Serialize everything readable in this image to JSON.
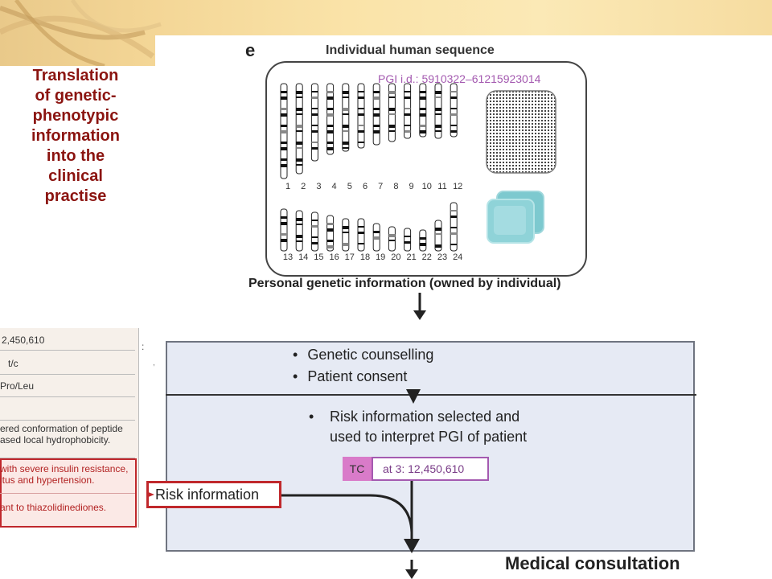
{
  "title": "Translation of genetic-phenotypic information into the clinical practise",
  "title_lines": [
    "Translation",
    "of genetic-",
    "phenotypic",
    "information",
    "into the",
    "clinical",
    "practise"
  ],
  "panel": {
    "letter": "e",
    "heading": "Individual human sequence",
    "pgi_label": "PGI i.d.:",
    "pgi_value": "5910322–61215923014",
    "caption": "Personal genetic information (owned by individual)",
    "chromosomes_top": [
      "1",
      "2",
      "3",
      "4",
      "5",
      "6",
      "7",
      "8",
      "9",
      "10",
      "11",
      "12"
    ],
    "chromosomes_bottom": [
      "13",
      "14",
      "15",
      "16",
      "17",
      "18",
      "19",
      "20",
      "21",
      "22",
      "23",
      "24"
    ]
  },
  "table": {
    "rows": [
      {
        "text": "2,450,610",
        "style": "normal"
      },
      {
        "text": "t/c",
        "style": "normal"
      },
      {
        "text": "Pro/Leu",
        "style": "normal"
      },
      {
        "text": "",
        "style": "normal"
      },
      {
        "text": "ered conformation of peptide\nased local hydrophobicity.",
        "style": "normal"
      },
      {
        "text": "with severe insulin resistance,\nitus and hypertension.",
        "style": "red"
      },
      {
        "text": "ant to thiazolidinediones.",
        "style": "red"
      }
    ]
  },
  "consult": {
    "bullets_top": [
      "Genetic counselling",
      "Patient consent"
    ],
    "bullet_mid_line1": "Risk information selected and",
    "bullet_mid_line2": "used to interpret PGI of patient",
    "tc_label": "TC",
    "tc_value": "at 3: 12,450,610",
    "risk_label": "Risk information",
    "footer": "Medical consultation"
  },
  "colors": {
    "title_red": "#8b1410",
    "box_fill": "#e6eaf4",
    "risk_red": "#c0282c",
    "tc_pink": "#d97bc9",
    "tc_border": "#a45ab0"
  }
}
